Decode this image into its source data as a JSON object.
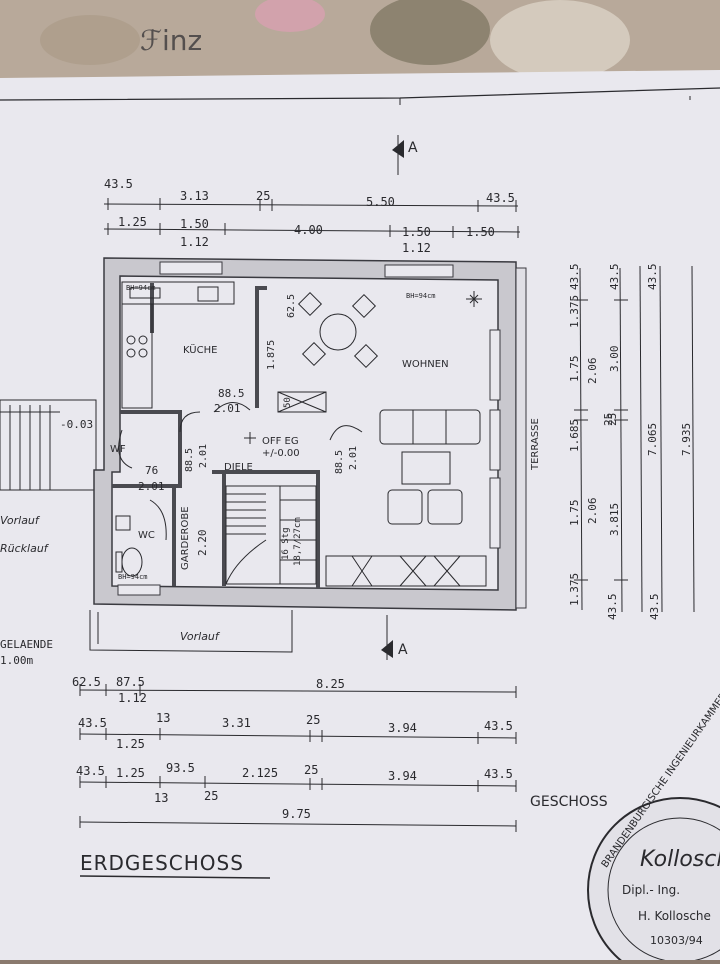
{
  "section_mark": "A",
  "rooms": {
    "kueche": "KÜCHE",
    "wohnen": "WOHNEN",
    "wf": "WF",
    "diele": "DIELE",
    "wc": "WC",
    "garderobe": "GARDEROBE",
    "terrasse": "TERRASSE",
    "off_eg": "OFF EG",
    "level": "+/-0.00",
    "outside_level": "-0.03"
  },
  "notes": {
    "bh_kueche": "BH=94cm",
    "bh_wohnen": "BH=94cm",
    "bh_wc": "BH=94cm",
    "stairs_a": "16 Stg",
    "stairs_b": "18,7/27cm",
    "garderobe_w": "2.20",
    "gelaende_a": "GELAENDE",
    "gelaende_b": "1.00m"
  },
  "dims": {
    "top1": [
      "43.5",
      "3.13",
      "25",
      "5.50",
      "43.5"
    ],
    "top2": [
      "1.25",
      "1.50",
      "4.00",
      "1.50",
      "1.50"
    ],
    "top2b": [
      "1.12",
      "1.12"
    ],
    "right1": [
      "43.5",
      "1.375",
      "1.75",
      "1.685",
      "25",
      "1.75",
      "1.375",
      "43.5"
    ],
    "right2": [
      "2.06",
      "2.06"
    ],
    "right3": [
      "43.5",
      "3.00",
      "25",
      "3.815",
      "43.5"
    ],
    "right4": [
      "7.065"
    ],
    "right5": [
      "7.935"
    ],
    "interior": [
      "62.5",
      "1.875",
      "88.5",
      "2.01",
      "50",
      "88.5",
      "2.01",
      "88.5",
      "2.01",
      "76",
      "2.01",
      "2.20"
    ],
    "bottom1": [
      "62.5",
      "87.5",
      "1.12",
      "8.25"
    ],
    "bottom2": [
      "43.5",
      "13",
      "3.31",
      "25",
      "3.94",
      "43.5",
      "1.25"
    ],
    "bottom3": [
      "43.5",
      "1.25",
      "93.5",
      "2.125",
      "25",
      "3.94",
      "43.5",
      "13",
      "25"
    ],
    "bottom4": [
      "9.75"
    ]
  },
  "title": "ERDGESCHOSS",
  "stamp": {
    "ring_text": "BRANDENBURGISCHE INGENIEURKAMMER",
    "line1": "Dipl.- Ing.",
    "line2": "H. Kollosche",
    "number": "10303/94",
    "signature": "Kollosche"
  },
  "colors": {
    "paper": "#e9e8ee",
    "ink": "#2a2a2e",
    "wall": "#4a4a50",
    "background": "#8a7a6e"
  }
}
